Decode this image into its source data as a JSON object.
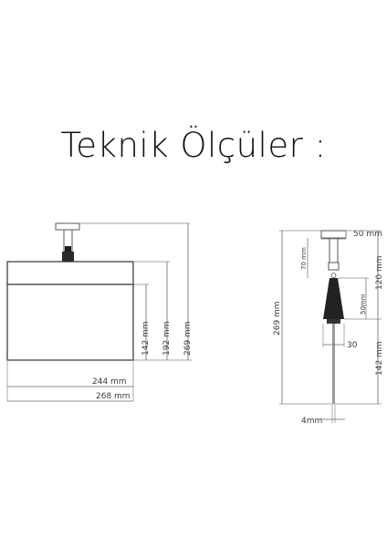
{
  "title": "Teknik Ölçüler :",
  "front_view": {
    "dimensions": {
      "inner_width": "244 mm",
      "outer_width": "268 mm",
      "panel_height": "142 mm",
      "body_height": "192 mm",
      "total_height": "269 mm"
    }
  },
  "side_view": {
    "dimensions": {
      "total_height": "269 mm",
      "canopy_width": "50 mm",
      "stem_height_small": "70 mm",
      "upper_height": "120 mm",
      "cone_height": "50mm",
      "cone_width": "30",
      "lower_height": "142 mm",
      "panel_thickness": "4mm"
    }
  },
  "colors": {
    "line": "#555555",
    "dark": "#1e1e1e",
    "grey": "#9a9a9a"
  }
}
